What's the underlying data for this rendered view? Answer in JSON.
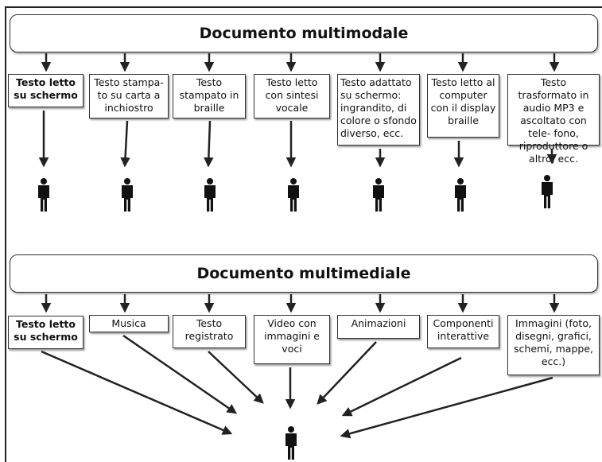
{
  "top": {
    "title": "Documento multimodale",
    "items": [
      "Testo letto su schermo",
      "Testo stampa- to su carta a inchiostro",
      "Testo stampato in braille",
      "Testo letto con sintesi vocale",
      "Testo adattato su schermo: ingrandito, di colore o sfondo diverso, ecc.",
      "Testo letto al computer con il display braille",
      "Testo trasformato in audio MP3 e ascoltato con tele- fono, riproduttore o altro, ecc."
    ]
  },
  "bottom": {
    "title": "Documento multimediale",
    "items": [
      "Testo letto su schermo",
      "Musica",
      "Testo registrato",
      "Video con immagini e voci",
      "Animazioni",
      "Componenti interattive",
      "Immagini (foto, disegni, grafici, schemi, mappe, ecc.)"
    ]
  }
}
